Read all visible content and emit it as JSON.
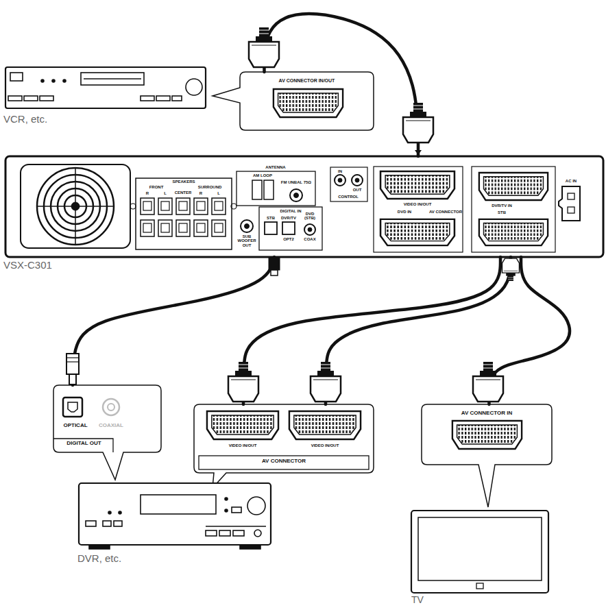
{
  "diagram": {
    "nodes": [
      {
        "text": [
          "VCR, etc."
        ]
      },
      {
        "text": [
          "AV CONNECTOR IN/OUT"
        ]
      },
      {
        "text": [
          "VSX-C301"
        ]
      },
      {
        "text": [
          "OPTICAL",
          "COAXIAL",
          "DIGITAL OUT"
        ]
      },
      {
        "text": [
          "VIDEO IN/OUT",
          "VIDEO IN/OUT",
          "AV CONNECTOR"
        ]
      },
      {
        "text": [
          "AV CONNECTOR IN"
        ]
      },
      {
        "text": [
          "DVR, etc."
        ]
      },
      {
        "text": [
          "TV"
        ]
      }
    ],
    "edges": [
      {
        "from": 1,
        "to": 2,
        "arrow": "none"
      },
      {
        "from": 2,
        "to": 3,
        "arrow": "none"
      },
      {
        "from": 2,
        "to": 4,
        "arrow": "none"
      },
      {
        "from": 2,
        "to": 4,
        "arrow": "none"
      },
      {
        "from": 2,
        "to": 5,
        "arrow": "none"
      }
    ],
    "labels": [
      "SPEAKERS",
      "FRONT",
      "R",
      "L",
      "CENTER",
      "SURROUND",
      "R",
      "L",
      "ANTENNA",
      "AM LOOP",
      "FM UNBAL 75Ω",
      "IN",
      "OUT",
      "CONTROL",
      "SUB WOOFER OUT",
      "DIGITAL IN",
      "STB",
      "DVR/TV",
      "OPT2",
      "DVD (STB)",
      "COAX",
      "VIDEO IN/OUT",
      "AV CONNECTOR",
      "DVD IN",
      "DVR/TV IN",
      "STB",
      "AC IN"
    ]
  }
}
